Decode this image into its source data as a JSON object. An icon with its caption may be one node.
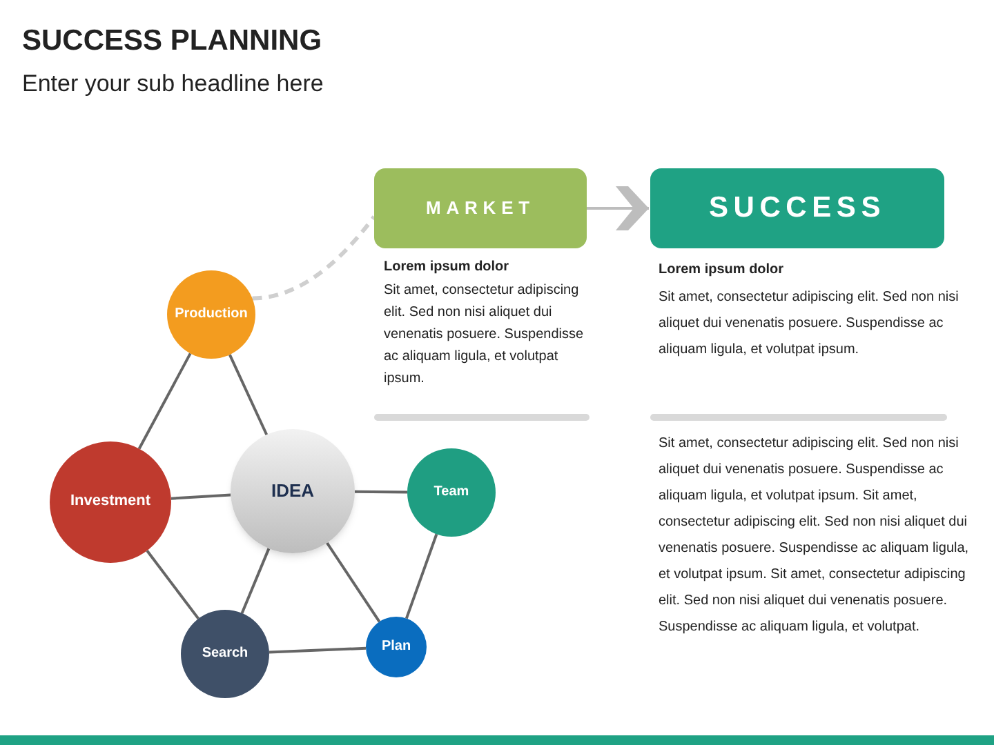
{
  "diagram": {
    "title": "SUCCESS PLANNING",
    "nodes": [
      {
        "text": [
          "Production"
        ]
      },
      {
        "text": [
          "Investment"
        ]
      },
      {
        "text": [
          "IDEA"
        ]
      },
      {
        "text": [
          "Team"
        ]
      },
      {
        "text": [
          "Search"
        ]
      },
      {
        "text": [
          "Plan"
        ]
      },
      {
        "text": [
          "MARKET"
        ],
        "beside": [
          "Lorem ipsum dolor",
          "Sit amet, consectetur adipiscing elit. Sed non nisi aliquet dui venenatis posuere. Suspendisse ac aliquam ligula, et volutpat ipsum."
        ]
      },
      {
        "text": [
          "SUCCESS"
        ],
        "beside": [
          "Lorem ipsum dolor",
          "Sit amet, consectetur adipiscing elit. Sed non nisi aliquet dui venenatis posuere. Suspendisse ac aliquam ligula, et volutpat ipsum."
        ]
      }
    ],
    "edges": [
      {
        "from": 0,
        "to": 1,
        "arrow": "none"
      },
      {
        "from": 0,
        "to": 2,
        "arrow": "none"
      },
      {
        "from": 1,
        "to": 2,
        "arrow": "none"
      },
      {
        "from": 2,
        "to": 3,
        "arrow": "none"
      },
      {
        "from": 1,
        "to": 4,
        "arrow": "none"
      },
      {
        "from": 2,
        "to": 4,
        "arrow": "none"
      },
      {
        "from": 2,
        "to": 5,
        "arrow": "none"
      },
      {
        "from": 3,
        "to": 5,
        "arrow": "none"
      },
      {
        "from": 4,
        "to": 5,
        "arrow": "none"
      },
      {
        "from": 0,
        "to": 6,
        "arrow": "none",
        "style": "dashed",
        "color": "#cfcfcf"
      },
      {
        "from": 6,
        "to": 7,
        "arrow": "to",
        "color": "#bdbdbd"
      }
    ],
    "labels": [
      "Enter your sub headline here",
      "Sit amet, consectetur adipiscing elit. Sed non nisi aliquet dui venenatis posuere. Suspendisse ac aliquam ligula, et volutpat ipsum. Sit amet, consectetur adipiscing elit. Sed non nisi aliquet dui venenatis posuere. Suspendisse ac aliquam ligula, et volutpat ipsum. Sit amet, consectetur adipiscing elit. Sed non nisi aliquet dui venenatis posuere. Suspendisse ac aliquam ligula, et volutpat."
    ]
  }
}
